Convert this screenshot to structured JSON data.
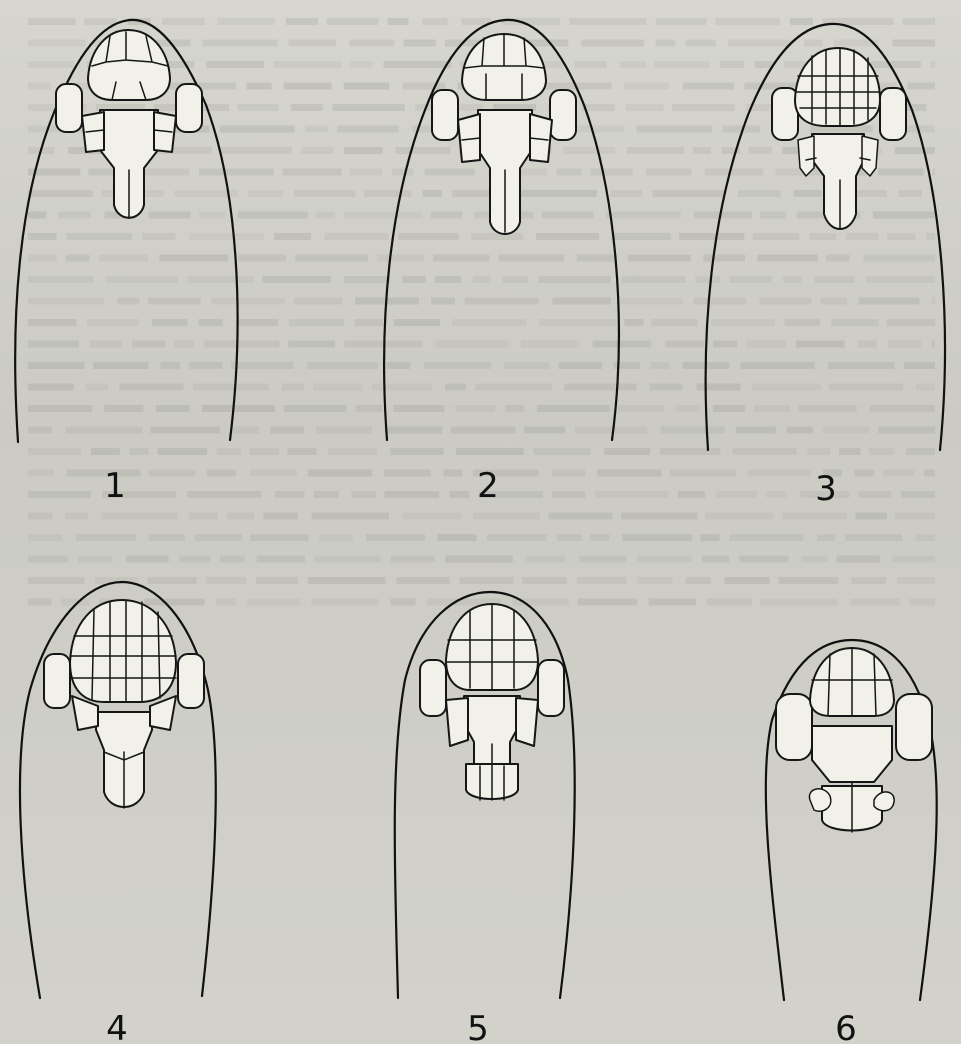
{
  "plate": {
    "figures": [
      {
        "id": "head-1",
        "label": "1"
      },
      {
        "id": "head-2",
        "label": "2"
      },
      {
        "id": "head-3",
        "label": "3"
      },
      {
        "id": "head-4",
        "label": "4"
      },
      {
        "id": "head-5",
        "label": "5"
      },
      {
        "id": "head-6",
        "label": "6"
      }
    ]
  },
  "colors": {
    "ink": "#111111",
    "paper": "#d2d2cb"
  }
}
